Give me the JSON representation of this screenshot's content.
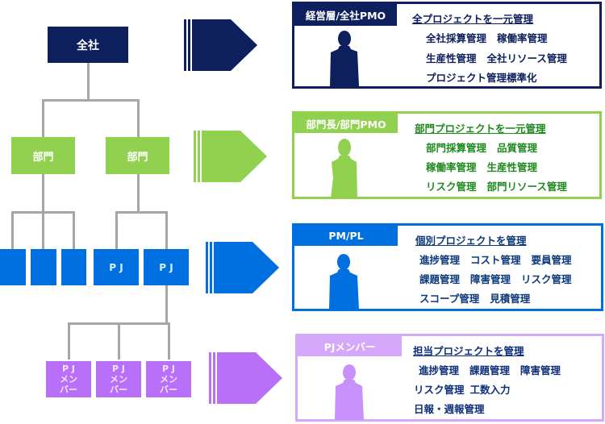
{
  "colors": {
    "company": "#0d1f5c",
    "department": "#92d050",
    "project": "#0070e0",
    "member": "#b870f8",
    "connector": "#a6a6a6",
    "company_text": "#0d1f5c",
    "department_text": "#1e8a1e",
    "project_text": "#0d3a7a",
    "member_text": "#0d2f7a"
  },
  "org_chart": {
    "company": {
      "label": "全社"
    },
    "departments": [
      {
        "label": "部門"
      },
      {
        "label": "部門"
      }
    ],
    "projects": [
      {
        "label": ""
      },
      {
        "label": ""
      },
      {
        "label": ""
      },
      {
        "label": "P J"
      },
      {
        "label": "P J"
      }
    ],
    "members": [
      {
        "label_line1": "P J",
        "label_line2": "メン",
        "label_line3": "バー"
      },
      {
        "label_line1": "P J",
        "label_line2": "メン",
        "label_line3": "バー"
      },
      {
        "label_line1": "P J",
        "label_line2": "メン",
        "label_line3": "バー"
      }
    ]
  },
  "panels": [
    {
      "role": "経営層/全社PMO",
      "headline": "全プロジェクトを一元管理",
      "rows": [
        [
          "全社採算管理",
          "稼働率管理"
        ],
        [
          "生産性管理",
          "全社リソース管理"
        ],
        [
          "プロジェクト管理標準化"
        ]
      ]
    },
    {
      "role": "部門長/部門PMO",
      "headline": "部門プロジェクトを一元管理",
      "rows": [
        [
          "部門採算管理",
          "品質管理"
        ],
        [
          "稼働率管理",
          "生産性管理"
        ],
        [
          "リスク管理",
          "部門リソース管理"
        ]
      ]
    },
    {
      "role": "PM/PL",
      "headline": "個別プロジェクトを管理",
      "rows": [
        [
          "進捗管理",
          "コスト管理",
          "要員管理"
        ],
        [
          "課題管理",
          "障害管理",
          "リスク管理"
        ],
        [
          "スコープ管理",
          "見積管理"
        ]
      ]
    },
    {
      "role": "PJメンバー",
      "headline": "担当プロジェクトを管理",
      "rows": [
        [
          "進捗管理",
          "課題管理",
          "障害管理"
        ],
        [
          "リスク管理",
          "工数入力"
        ],
        [
          "日報・週報管理"
        ]
      ]
    }
  ]
}
